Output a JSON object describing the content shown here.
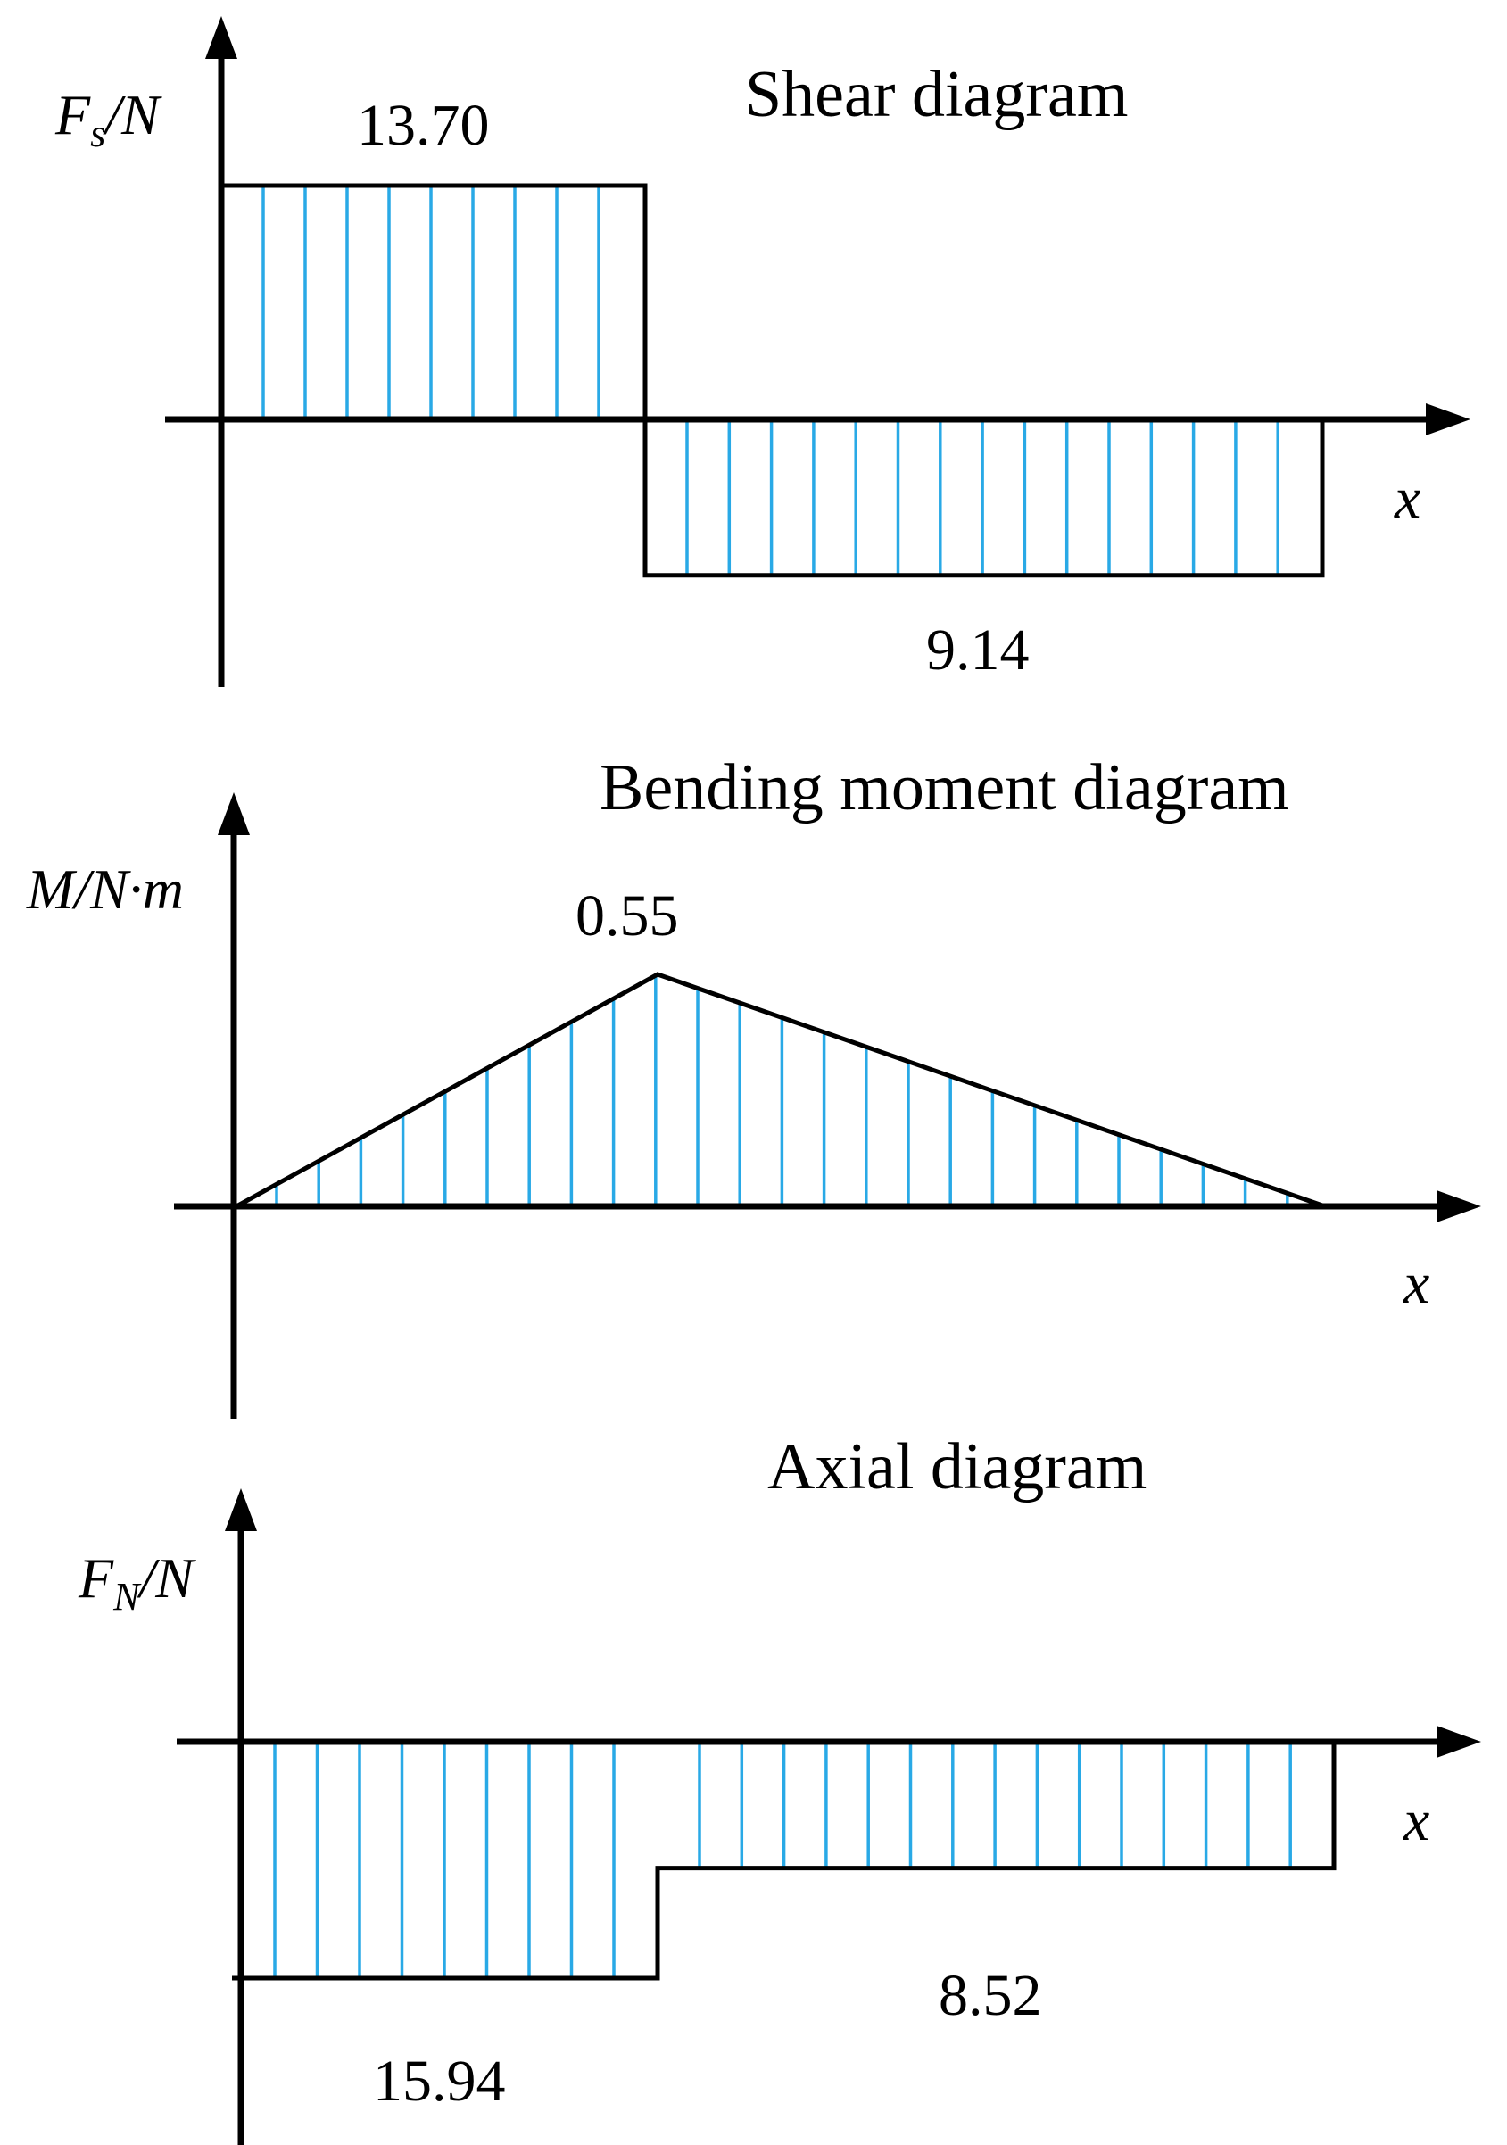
{
  "diagrams": {
    "shear": {
      "title": "Shear diagram",
      "ylabel_main": "F",
      "ylabel_sub": "s",
      "ylabel_unit": "/N",
      "xlabel": "x",
      "values": [
        13.7,
        -9.14
      ],
      "labels": [
        "13.70",
        "9.14"
      ]
    },
    "moment": {
      "title": "Bending moment diagram",
      "ylabel": "M/N·m",
      "xlabel": "x",
      "peak": 0.55,
      "label": "0.55"
    },
    "axial": {
      "title": "Axial diagram",
      "ylabel_main": "F",
      "ylabel_sub": "N",
      "ylabel_unit": "/N",
      "xlabel": "x",
      "values": [
        -15.94,
        -8.52
      ],
      "labels": [
        "15.94",
        "8.52"
      ]
    }
  },
  "colors": {
    "hatch": "#29a9e6",
    "line": "#000000"
  }
}
